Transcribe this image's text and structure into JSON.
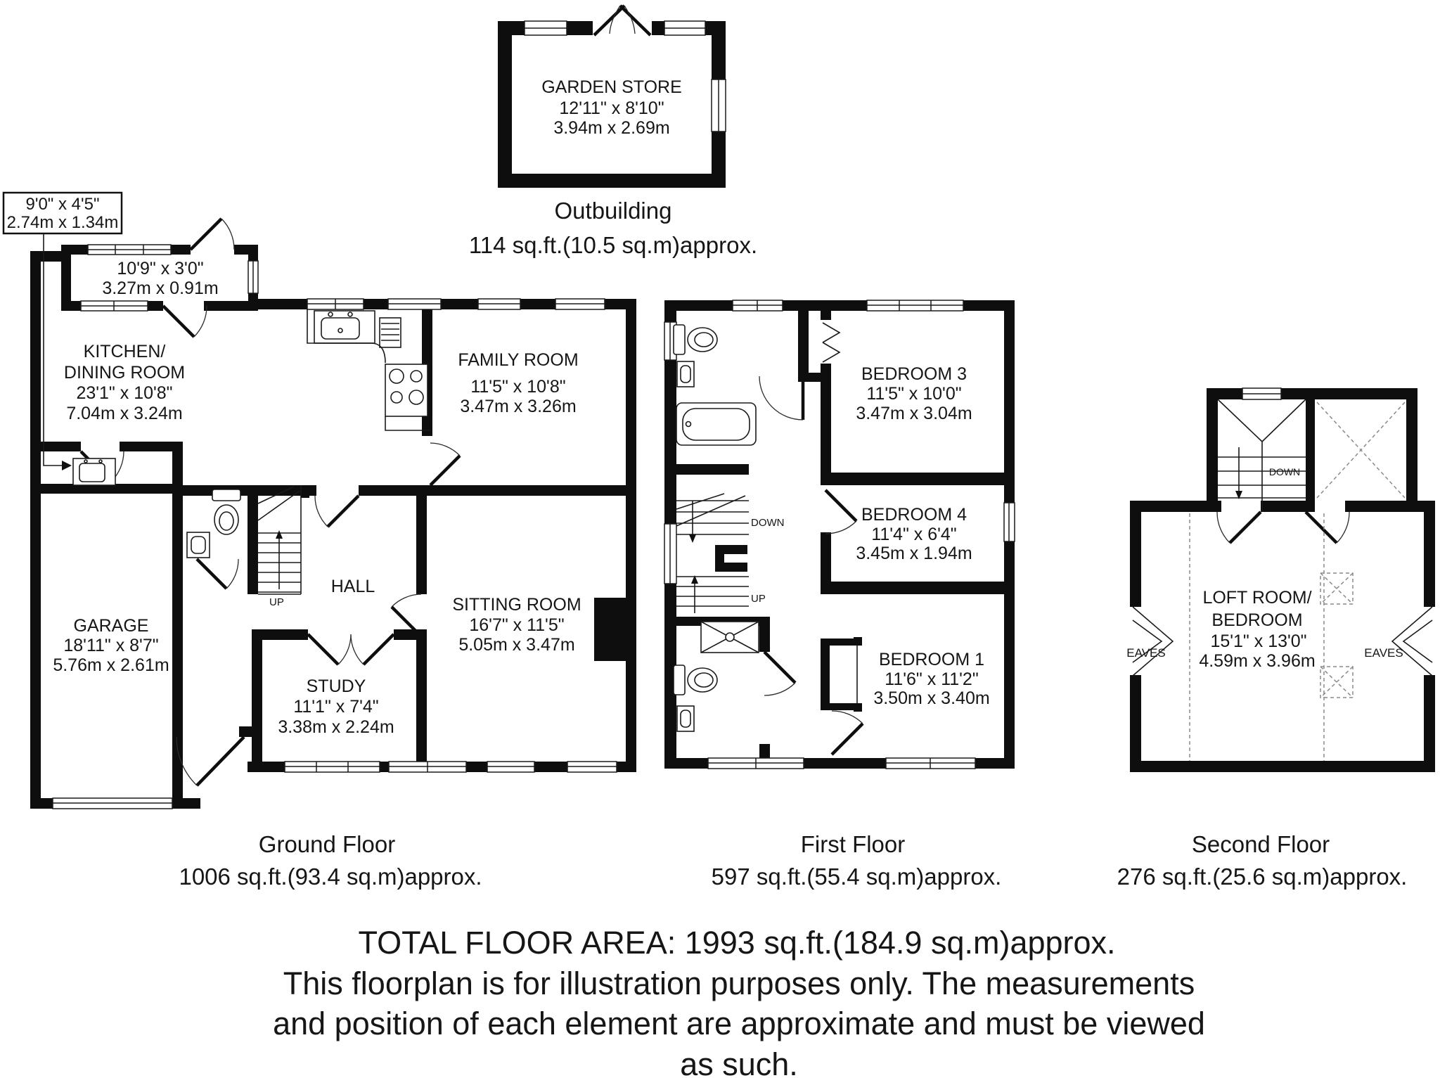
{
  "outbuilding": {
    "garden_store_name": "GARDEN STORE",
    "garden_store_size_ft": "12'11\" x 8'10\"",
    "garden_store_size_m": "3.94m x 2.69m",
    "title": "Outbuilding",
    "area": "114 sq.ft.(10.5 sq.m)approx."
  },
  "ground_floor": {
    "title": "Ground Floor",
    "area": "1006 sq.ft.(93.4 sq.m)approx.",
    "callout_size_ft": "9'0\" x 4'5\"",
    "callout_size_m": "2.74m x 1.34m",
    "porch_size_ft": "10'9\" x 3'0\"",
    "porch_size_m": "3.27m x 0.91m",
    "kitchen_name1": "KITCHEN/",
    "kitchen_name2": "DINING ROOM",
    "kitchen_size_ft": "23'1\" x 10'8\"",
    "kitchen_size_m": "7.04m x 3.24m",
    "family_name": "FAMILY ROOM",
    "family_size_ft": "11'5\" x 10'8\"",
    "family_size_m": "3.47m x 3.26m",
    "sitting_name": "SITTING ROOM",
    "sitting_size_ft": "16'7\" x 11'5\"",
    "sitting_size_m": "5.05m x 3.47m",
    "study_name": "STUDY",
    "study_size_ft": "11'1\" x 7'4\"",
    "study_size_m": "3.38m x 2.24m",
    "garage_name": "GARAGE",
    "garage_size_ft": "18'11\" x 8'7\"",
    "garage_size_m": "5.76m x 2.61m",
    "hall_name": "HALL",
    "stairs_up": "UP"
  },
  "first_floor": {
    "title": "First Floor",
    "area": "597 sq.ft.(55.4 sq.m)approx.",
    "bedroom3_name": "BEDROOM 3",
    "bedroom3_size_ft": "11'5\" x 10'0\"",
    "bedroom3_size_m": "3.47m x 3.04m",
    "bedroom4_name": "BEDROOM 4",
    "bedroom4_size_ft": "11'4\" x 6'4\"",
    "bedroom4_size_m": "3.45m x 1.94m",
    "bedroom1_name": "BEDROOM 1",
    "bedroom1_size_ft": "11'6\" x 11'2\"",
    "bedroom1_size_m": "3.50m x 3.40m",
    "stairs_down": "DOWN",
    "stairs_up": "UP"
  },
  "second_floor": {
    "title": "Second Floor",
    "area": "276 sq.ft.(25.6 sq.m)approx.",
    "loft_name1": "LOFT ROOM/",
    "loft_name2": "BEDROOM",
    "loft_size_ft": "15'1\" x 13'0\"",
    "loft_size_m": "4.59m x 3.96m",
    "eaves_left": "EAVES",
    "eaves_right": "EAVES",
    "stairs_down": "DOWN"
  },
  "footer": {
    "total": "TOTAL FLOOR AREA: 1993 sq.ft.(184.9 sq.m)approx.",
    "line2": "This floorplan is for illustration purposes only. The measurements",
    "line3": "and position of each element are approximate and must be viewed",
    "line4": "as such."
  }
}
